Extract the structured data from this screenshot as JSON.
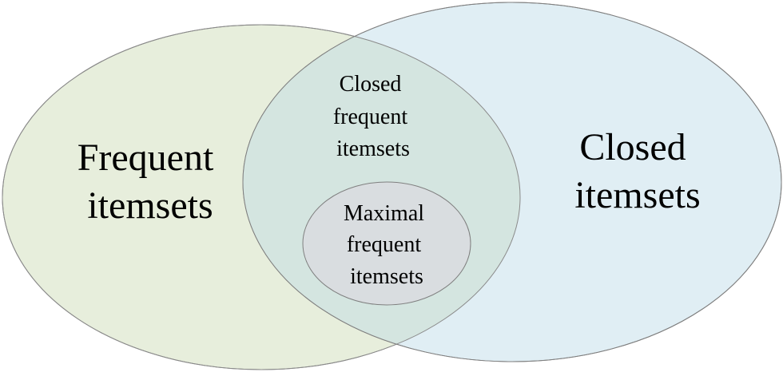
{
  "diagram": {
    "type": "venn",
    "sets": [
      {
        "id": "frequent",
        "label_lines": [
          "Frequent",
          "itemsets"
        ],
        "fill": "#e7eedc"
      },
      {
        "id": "closed",
        "label_lines": [
          "Closed",
          "itemsets"
        ],
        "fill": "#e0eef4"
      },
      {
        "id": "closed-frequent",
        "label_lines": [
          "Closed",
          "frequent",
          "itemsets"
        ],
        "fill": "#d4e5e0",
        "relation": "intersection of frequent and closed"
      },
      {
        "id": "maximal-frequent",
        "label_lines": [
          "Maximal",
          "frequent",
          "itemsets"
        ],
        "fill": "#d9dde0",
        "relation": "subset of closed frequent itemsets"
      }
    ],
    "stroke_color": "#7f7f7f"
  }
}
